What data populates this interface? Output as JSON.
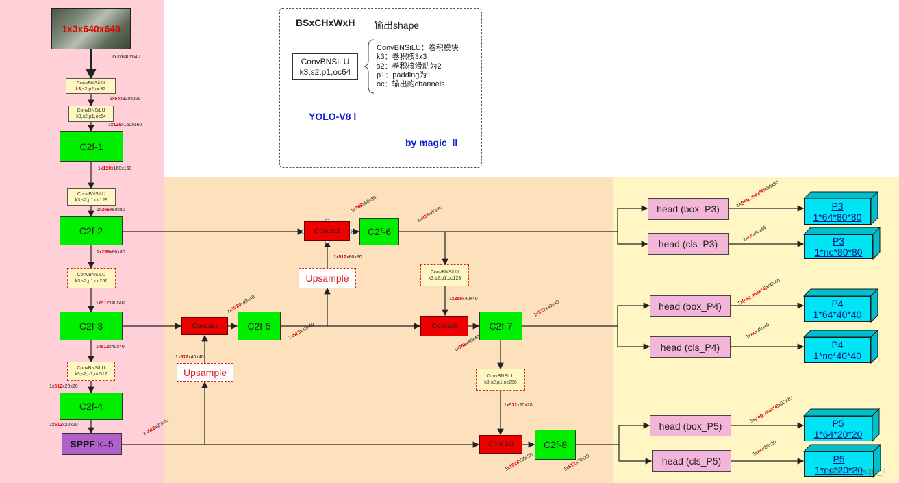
{
  "input": {
    "label": "1x3x640x640",
    "dims": "1x3x640x640"
  },
  "legend": {
    "title": "BSxCHxWxH",
    "shape_label": "输出shape",
    "sample_line1": "ConvBNSiLU",
    "sample_line2": "k3,s2,p1,oc64",
    "explain": [
      "ConvBNSiLU：卷积模块",
      "k3：卷积核3x3",
      "s2：卷积核滑动为2",
      "p1：padding为1",
      "oc：输出的channels"
    ],
    "model": "YOLO-V8 l",
    "author": "by magic_ll"
  },
  "conv1": {
    "l1": "ConvBNSiLU",
    "l2a": "k",
    "l2b": "3",
    "l2c": ",s2,p2,oc32"
  },
  "conv2": {
    "l1": "ConvBNSiLU",
    "l2": "k3,s2,p1,oc64"
  },
  "conv3": {
    "l1": "ConvBNSiLU",
    "l2": "k3,s2,p1,oc128"
  },
  "conv4": {
    "l1": "ConvBNSiLU",
    "l2": "k3,s2,p1,oc256"
  },
  "conv5": {
    "l1": "ConvBNSiLU",
    "l2": "k3,s2,p1,oc512"
  },
  "conv6": {
    "l1": "ConvBNSiLU",
    "l2": "k3,s2,p1,oc128"
  },
  "conv7": {
    "l1": "ConvBNSiLU",
    "l2": "k3,s2,p1,oc256"
  },
  "c2f": [
    "C2f-1",
    "C2f-2",
    "C2f-3",
    "C2f-4",
    "C2f-5",
    "C2f-6",
    "C2f-7",
    "C2f-8"
  ],
  "sppf": {
    "a": "SPPF",
    "b": " k=5"
  },
  "concat": "Concact",
  "upsample": "Upsample",
  "dims": {
    "d1": {
      "a": "1x",
      "b": "64",
      "c": "x320x320"
    },
    "d2": {
      "a": "1x",
      "b": "128",
      "c": "x160x160"
    },
    "d3": {
      "a": "1x",
      "b": "128",
      "c": "x160x160"
    },
    "d4": {
      "a": "1x",
      "b": "256",
      "c": "x80x80"
    },
    "d5": {
      "a": "1x",
      "b": "256",
      "c": "x80x80"
    },
    "d6": {
      "a": "1x",
      "b": "512",
      "c": "x40x40"
    },
    "d7": {
      "a": "1x",
      "b": "512",
      "c": "x40x40"
    },
    "d8": {
      "a": "1x",
      "b": "512",
      "c": "x20x20"
    },
    "d9": {
      "a": "1x",
      "b": "512",
      "c": "x20x20"
    },
    "d10": {
      "a": "1x",
      "b": "512",
      "c": "x20x20"
    },
    "d11": {
      "a": "1x",
      "b": "512",
      "c": "x40x40"
    },
    "d12": {
      "a": "1x",
      "b": "1024",
      "c": "x40x40"
    },
    "d13": {
      "a": "1x",
      "b": "512",
      "c": "x40x40"
    },
    "d14": {
      "a": "1x",
      "b": "512",
      "c": "x80x80"
    },
    "d15": {
      "a": "1x",
      "b": "768",
      "c": "x80x80"
    },
    "d16": {
      "a": "1x",
      "b": "256",
      "c": "x80x80"
    },
    "d17": {
      "a": "1x",
      "b": "256",
      "c": "x40x40"
    },
    "d18": {
      "a": "1x",
      "b": "768",
      "c": "x40x40"
    },
    "d19": {
      "a": "1x",
      "b": "512",
      "c": "x40x40"
    },
    "d20": {
      "a": "1x",
      "b": "512",
      "c": "x20x20"
    },
    "d21": {
      "a": "1x",
      "b": "1024",
      "c": "x20x20"
    },
    "d22": {
      "a": "1x",
      "b": "512",
      "c": "x20x20"
    },
    "h1": {
      "a": "1x",
      "b": "(reg_max*4)",
      "c": "x80x80"
    },
    "h2": {
      "a": "1x",
      "b": "nc",
      "c": "x80x80"
    },
    "h3": {
      "a": "1x",
      "b": "(reg_max*4)",
      "c": "x40x40"
    },
    "h4": {
      "a": "1x",
      "b": "nc",
      "c": "x40x40"
    },
    "h5": {
      "a": "1x",
      "b": "(reg_max*4)",
      "c": "x20x20"
    },
    "h6": {
      "a": "1x",
      "b": "nc",
      "c": "x20x20"
    }
  },
  "heads": [
    "head (box_P3)",
    "head (cls_P3)",
    "head (box_P4)",
    "head (cls_P4)",
    "head (box_P5)",
    "head (cls_P5)"
  ],
  "outputs": [
    {
      "name": "P3",
      "shape": "1*64*80*80"
    },
    {
      "name": "P3",
      "shape": "1*nc*80*80"
    },
    {
      "name": "P4",
      "shape": "1*64*40*40"
    },
    {
      "name": "P4",
      "shape": "1*nc*40*40"
    },
    {
      "name": "P5",
      "shape": "1*64*20*20"
    },
    {
      "name": "P5",
      "shape": "1*nc*20*20"
    }
  ],
  "watermark": "CSDN @magic_ll",
  "colors": {
    "c2f": "#00ee00",
    "concat": "#ee0000",
    "sppf": "#b060c8",
    "head": "#f4b6d8",
    "output": "#00e5f5",
    "upsample_text": "#e02020",
    "backbone_bg": "#ffd0d7",
    "neck_bg": "#fde0bc",
    "head_bg": "#fff6c4"
  }
}
